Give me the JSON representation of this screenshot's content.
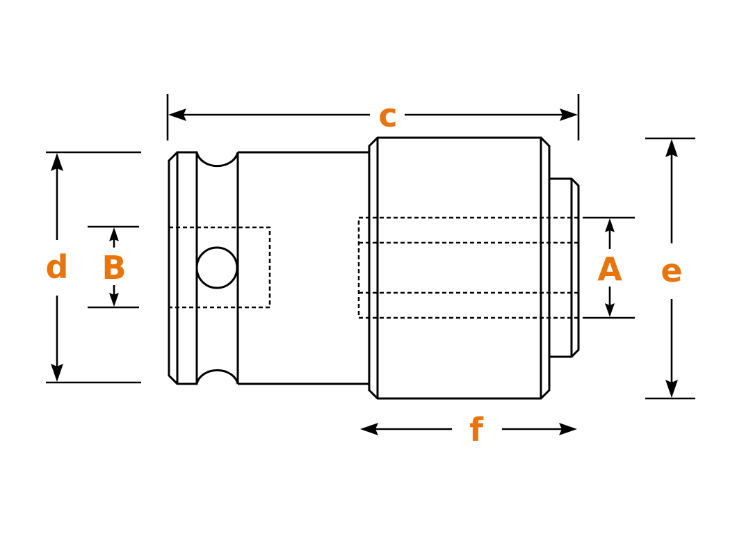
{
  "labels": {
    "c": "c",
    "d": "d",
    "B": "B",
    "A": "A",
    "e": "e",
    "f": "f"
  },
  "colors": {
    "label": "#e8740c",
    "line": "#000000",
    "background": "#ffffff"
  }
}
